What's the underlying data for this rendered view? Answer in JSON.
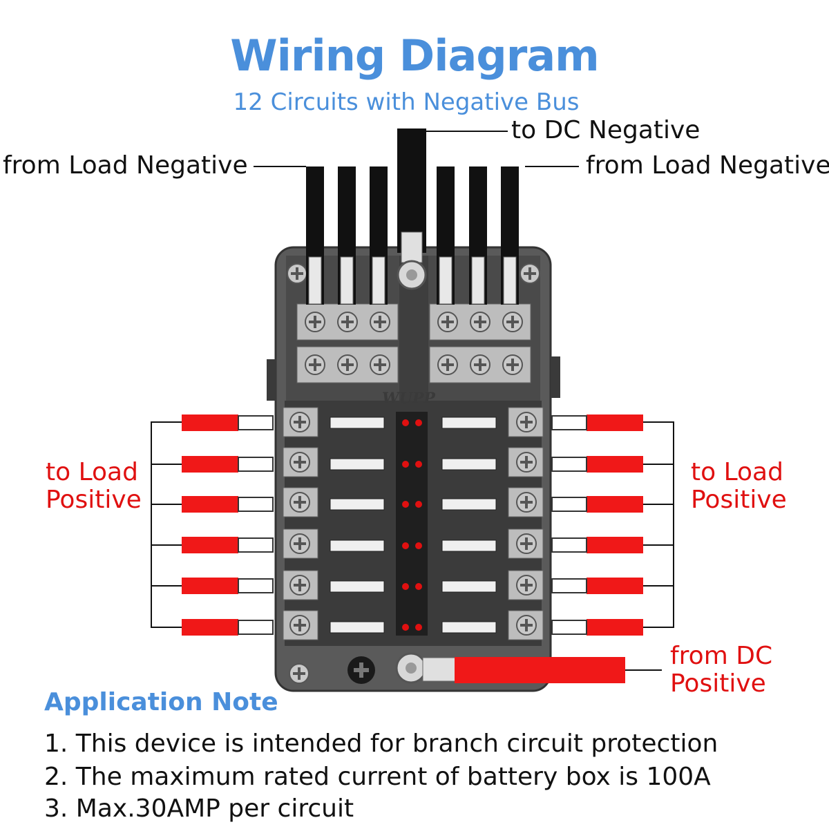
{
  "title": "Wiring Diagram",
  "subtitle": "12 Circuits with Negative Bus",
  "labels": {
    "dc_negative": "to DC Negative",
    "load_negative_left": "from Load Negative",
    "load_negative_right": "from Load Negative",
    "load_positive_left_1": "to Load",
    "load_positive_left_2": "Positive",
    "load_positive_right_1": "to Load",
    "load_positive_right_2": "Positive",
    "dc_positive_1": "from DC",
    "dc_positive_2": "Positive"
  },
  "brand": "WUPP",
  "application_note": {
    "title": "Application Note",
    "items": [
      "1. This device is intended for branch circuit protection",
      "2. The maximum rated current of battery box is 100A",
      "3. Max.30AMP per circuit"
    ]
  },
  "colors": {
    "heading": "#4a8fdb",
    "positive": "#e01010",
    "wire": "#111111",
    "housing": "#5a5a5a"
  }
}
